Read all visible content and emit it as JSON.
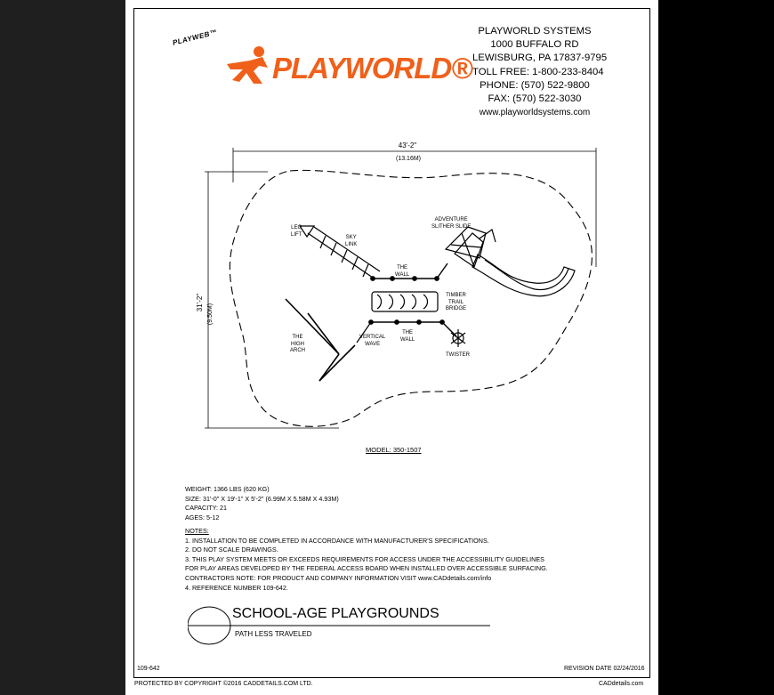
{
  "company": {
    "name": "PLAYWORLD SYSTEMS",
    "address1": "1000 BUFFALO RD",
    "address2": "LEWISBURG, PA 17837-9795",
    "tollfree": "TOLL FREE: 1-800-233-8404",
    "phone": "PHONE: (570) 522-9800",
    "fax": "FAX: (570) 522-3030",
    "web": "www.playworldsystems.com"
  },
  "logo": {
    "playweb": "PLAYWEB™",
    "brand": "PLAYWORLD®",
    "brand_color": "#f0601a"
  },
  "dimensions": {
    "width_ft": "43'-2\"",
    "width_m": "(13.16M)",
    "height_ft": "31'-2\"",
    "height_m": "(9.50M)"
  },
  "components": {
    "leg_lift": "LEG\nLIFT",
    "sky_link": "SKY\nLINK",
    "the_wall_top": "THE\nWALL",
    "adventure_slide": "ADVENTURE\nSLITHER SLIDE",
    "timber_bridge": "TIMBER\nTRAIL\nBRIDGE",
    "high_arch": "THE\nHIGH\nARCH",
    "vertical_wave": "VERTICAL\nWAVE",
    "the_wall_bottom": "THE\nWALL",
    "twister": "TWISTER"
  },
  "model": "MODEL: 350-1507",
  "specs": {
    "weight": "WEIGHT: 1366 LBS (620 KG)",
    "size": "SIZE: 31'-0\" X 19'-1\" X 5'-2\" (6.99M X 5.58M X 4.93M)",
    "capacity": "CAPACITY: 21",
    "ages": "AGES: 5-12"
  },
  "notes": {
    "heading": "NOTES:",
    "n1": "1.  INSTALLATION TO BE COMPLETED IN ACCORDANCE WITH MANUFACTURER'S SPECIFICATIONS.",
    "n2": "2.  DO NOT SCALE DRAWINGS.",
    "n3a": "3.  THIS PLAY SYSTEM MEETS OR EXCEEDS REQUIREMENTS FOR ACCESS UNDER THE ACCESSIBILITY GUIDELINES",
    "n3b": "FOR PLAY AREAS DEVELOPED BY THE FEDERAL ACCESS BOARD WHEN INSTALLED OVER ACCESSIBLE SURFACING.",
    "n3c": "CONTRACTORS NOTE: FOR PRODUCT AND COMPANY INFORMATION VISIT www.CADdetails.com/info",
    "n4": "4.  REFERENCE NUMBER 109-642."
  },
  "title_block": {
    "title": "SCHOOL-AGE PLAYGROUNDS",
    "subtitle": "PATH LESS TRAVELED"
  },
  "footer": {
    "ref": "109-642",
    "revision": "REVISION DATE 02/24/2016",
    "copyright": "PROTECTED BY COPYRIGHT ©2016 CADDETAILS.COM LTD.",
    "site": "CADdetails.com"
  }
}
